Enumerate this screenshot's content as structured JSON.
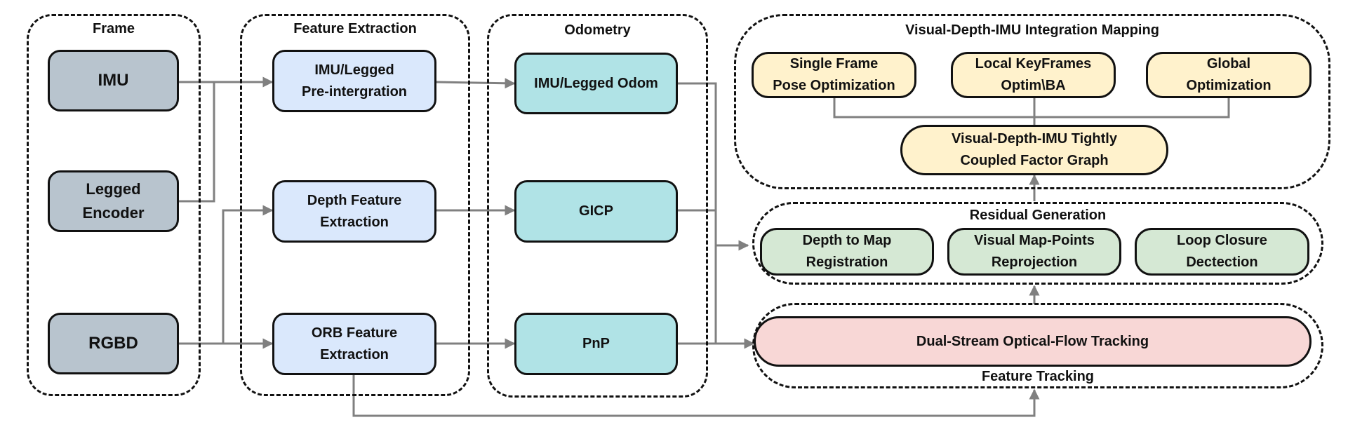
{
  "colors": {
    "input_fill": "#b8c4ce",
    "feature_fill": "#dae8fc",
    "odometry_fill": "#b0e3e6",
    "mapping_fill": "#fff2cc",
    "residual_fill": "#d5e8d4",
    "tracking_fill": "#f8d7d6",
    "arrow": "#808080",
    "border": "#111111"
  },
  "groups": {
    "frame": "Frame",
    "feature_extraction": "Feature Extraction",
    "odometry": "Odometry",
    "mapping": "Visual-Depth-IMU Integration Mapping",
    "residual": "Residual Generation",
    "tracking": "Feature Tracking"
  },
  "nodes": {
    "imu": "IMU",
    "legged_encoder": "Legged\nEncoder",
    "rgbd": "RGBD",
    "preintegration": "IMU/Legged\nPre-intergration",
    "depth_feature": "Depth Feature\nExtraction",
    "orb_feature": "ORB Feature\nExtraction",
    "legged_odom": "IMU/Legged  Odom",
    "gicp": "GICP",
    "pnp": "PnP",
    "single_frame": "Single Frame\nPose Optimization",
    "local_keyframes": "Local KeyFrames\nOptim\\BA",
    "global_opt": "Global\nOptimization",
    "factor_graph": "Visual-Depth-IMU Tightly\nCoupled Factor Graph",
    "depth_to_map": "Depth to Map\nRegistration",
    "map_points": "Visual Map-Points\nReprojection",
    "loop_closure": "Loop Closure\nDectection",
    "optical_flow": "Dual-Stream Optical-Flow Tracking"
  }
}
